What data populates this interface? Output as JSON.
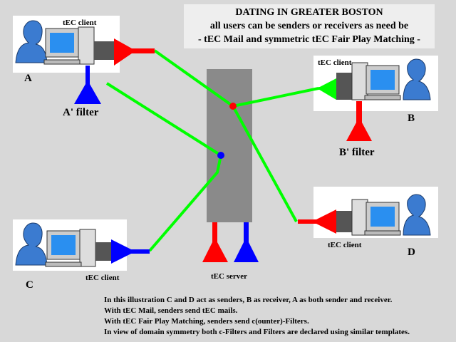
{
  "title": {
    "line1": "DATING IN GREATER BOSTON",
    "line2": "all users can be senders or receivers as need be",
    "line3": "- tEC Mail and symmetric tEC Fair Play Matching -"
  },
  "nodes": {
    "a": {
      "letter": "A",
      "client_label": "tEC client",
      "filter_label": "A' filter"
    },
    "b": {
      "letter": "B",
      "client_label": "tEC client",
      "filter_label": "B' filter"
    },
    "c": {
      "letter": "C",
      "client_label": "tEC client"
    },
    "d": {
      "letter": "D",
      "client_label": "tEC client"
    }
  },
  "server": {
    "label": "tEC server"
  },
  "colors": {
    "background": "#d8d8d8",
    "panel": "#ffffff",
    "server": "#8a8a8a",
    "connector": "#00ff00",
    "sender_cone": "#ff0000",
    "filter_cone": "#0000ff",
    "person": "#3b7bd0"
  },
  "notes": [
    "In this illustration C and D act as senders, B as receiver, A as both sender and receiver.",
    "With tEC Mail, senders send tEC mails.",
    "With tEC Fair Play Matching, senders send c(ounter)-Filters.",
    "In view of domain symmetry both c-Filters and Filters are declared using similar templates."
  ]
}
